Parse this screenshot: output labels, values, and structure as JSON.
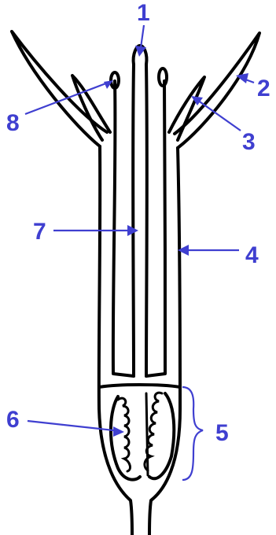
{
  "colors": {
    "drawing": "#000000",
    "labels": "#3f3fd0",
    "background": "#ffffff"
  },
  "labels": [
    {
      "id": "1",
      "text": "1"
    },
    {
      "id": "2",
      "text": "2"
    },
    {
      "id": "3",
      "text": "3"
    },
    {
      "id": "4",
      "text": "4"
    },
    {
      "id": "5",
      "text": "5"
    },
    {
      "id": "6",
      "text": "6"
    },
    {
      "id": "7",
      "text": "7"
    },
    {
      "id": "8",
      "text": "8"
    }
  ]
}
